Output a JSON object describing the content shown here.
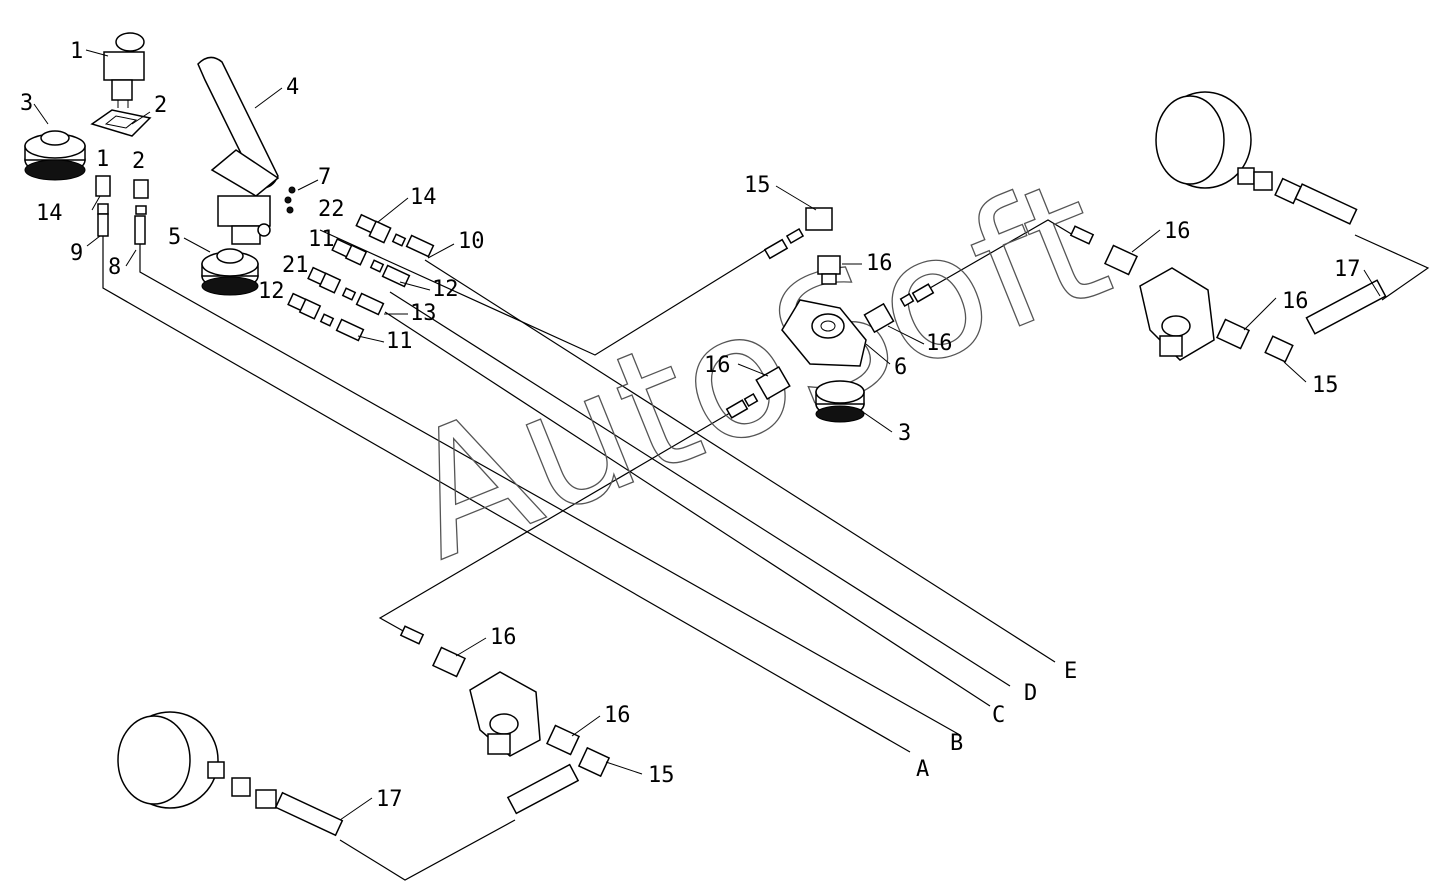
{
  "watermark": "AutoSoft",
  "callouts": [
    {
      "id": "c1a",
      "text": "1"
    },
    {
      "id": "c2a",
      "text": "2"
    },
    {
      "id": "c3a",
      "text": "3"
    },
    {
      "id": "c4",
      "text": "4"
    },
    {
      "id": "c1b",
      "text": "1"
    },
    {
      "id": "c2b",
      "text": "2"
    },
    {
      "id": "c7",
      "text": "7"
    },
    {
      "id": "c14a",
      "text": "14"
    },
    {
      "id": "c22",
      "text": "22"
    },
    {
      "id": "c14b",
      "text": "14"
    },
    {
      "id": "c9",
      "text": "9"
    },
    {
      "id": "c5",
      "text": "5"
    },
    {
      "id": "c11a",
      "text": "11"
    },
    {
      "id": "c10",
      "text": "10"
    },
    {
      "id": "c8",
      "text": "8"
    },
    {
      "id": "c21",
      "text": "21"
    },
    {
      "id": "c12a",
      "text": "12"
    },
    {
      "id": "c12b",
      "text": "12"
    },
    {
      "id": "c13",
      "text": "13"
    },
    {
      "id": "c11b",
      "text": "11"
    },
    {
      "id": "c15a",
      "text": "15"
    },
    {
      "id": "c16a",
      "text": "16"
    },
    {
      "id": "c16b",
      "text": "16"
    },
    {
      "id": "c6",
      "text": "6"
    },
    {
      "id": "c16c",
      "text": "16"
    },
    {
      "id": "c3b",
      "text": "3"
    },
    {
      "id": "c16d",
      "text": "16"
    },
    {
      "id": "c16e",
      "text": "16"
    },
    {
      "id": "c17a",
      "text": "17"
    },
    {
      "id": "c15b",
      "text": "15"
    },
    {
      "id": "c16f",
      "text": "16"
    },
    {
      "id": "c16g",
      "text": "16"
    },
    {
      "id": "c15c",
      "text": "15"
    },
    {
      "id": "c17b",
      "text": "17"
    }
  ],
  "line_labels": {
    "A": "A",
    "B": "B",
    "C": "C",
    "D": "D",
    "E": "E"
  }
}
